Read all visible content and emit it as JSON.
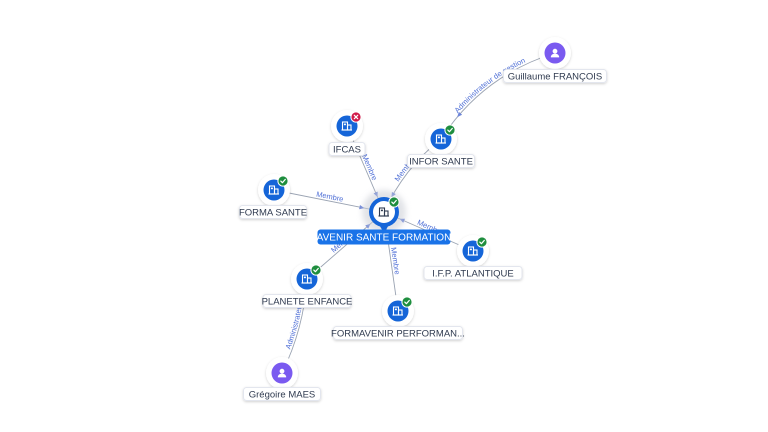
{
  "colors": {
    "company_blue": "#1565d8",
    "person_purple": "#7a5af0",
    "check_green": "#1e8e3e",
    "closed_red": "#d01b4a",
    "edge_label": "#4f6fd6",
    "center_label_bg": "#1a73e8"
  },
  "graph": {
    "center": {
      "id": "avenir",
      "label": "AVENIR SANTE FORMATION",
      "icon": "building-icon",
      "status": "active"
    },
    "nodes": [
      {
        "id": "ifcas",
        "label": "IFCAS",
        "type": "company",
        "status": "closed",
        "icon": "building-icon"
      },
      {
        "id": "infor",
        "label": "INFOR SANTE",
        "type": "company",
        "status": "active",
        "icon": "building-icon"
      },
      {
        "id": "forma",
        "label": "FORMA SANTE",
        "type": "company",
        "status": "active",
        "icon": "building-icon"
      },
      {
        "id": "ifp",
        "label": "I.F.P. ATLANTIQUE",
        "type": "company",
        "status": "active",
        "icon": "building-icon"
      },
      {
        "id": "planete",
        "label": "PLANETE ENFANCE",
        "type": "company",
        "status": "active",
        "icon": "building-icon"
      },
      {
        "id": "formavenir",
        "label": "FORMAVENIR PERFORMAN...",
        "type": "company",
        "status": "active",
        "icon": "building-icon"
      },
      {
        "id": "guillaume",
        "label": "Guillaume FRANÇOIS",
        "type": "person",
        "status": "",
        "icon": "person-icon"
      },
      {
        "id": "gregoire",
        "label": "Grégoire MAES",
        "type": "person",
        "status": "",
        "icon": "person-icon"
      }
    ],
    "edges": [
      {
        "from": "ifcas",
        "to": "avenir",
        "label": "Membre"
      },
      {
        "from": "infor",
        "to": "avenir",
        "label": "Membre"
      },
      {
        "from": "forma",
        "to": "avenir",
        "label": "Membre"
      },
      {
        "from": "ifp",
        "to": "avenir",
        "label": "Membre"
      },
      {
        "from": "planete",
        "to": "avenir",
        "label": "Membre"
      },
      {
        "from": "formavenir",
        "to": "avenir",
        "label": "Membre"
      },
      {
        "from": "guillaume",
        "to": "infor",
        "label": "Administrateur de gestion"
      },
      {
        "from": "gregoire",
        "to": "planete",
        "label": "Administrateur"
      }
    ]
  }
}
